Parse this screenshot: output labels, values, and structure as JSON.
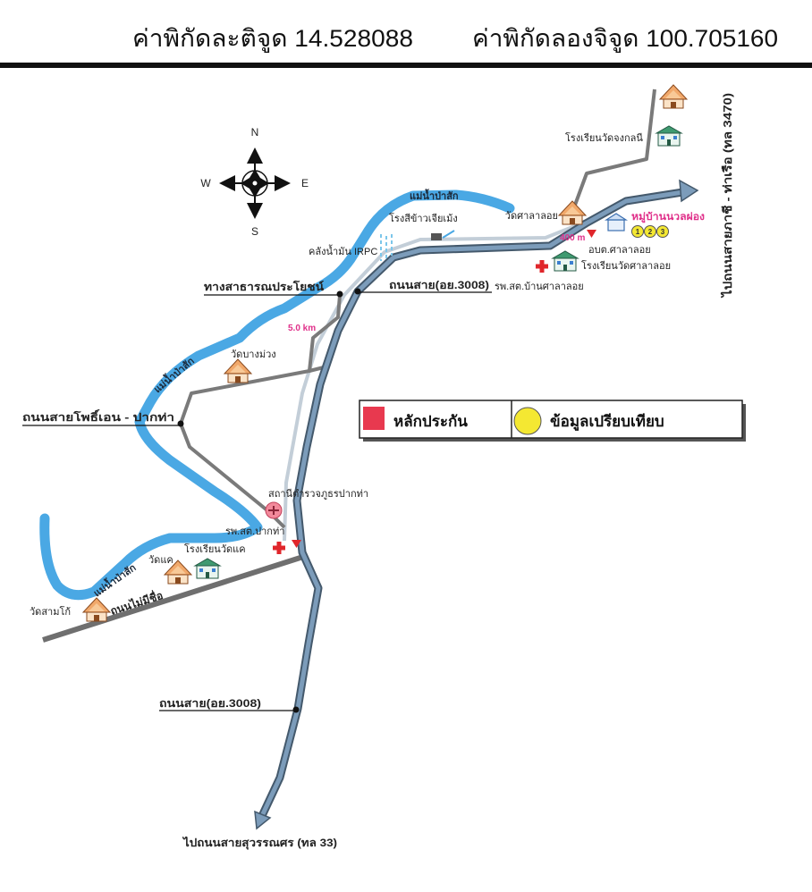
{
  "header": {
    "latitude_text": "ค่าพิกัดละติจูด 14.528088",
    "longitude_text": "ค่าพิกัดลองจิจูด 100.705160"
  },
  "compass": {
    "north": "N",
    "south": "S",
    "east": "E",
    "west": "W"
  },
  "legend": {
    "collateral_label": "หลักประกัน",
    "collateral_color": "#e8394f",
    "comparable_label": "ข้อมูลเปรียบเทียบ",
    "comparable_color": "#f4e832"
  },
  "river": {
    "color": "#4aa8e4",
    "labels": [
      "แม่น้ำป่าสัก",
      "แม่น้ำป่าสัก",
      "แม่น้ำป่าสัก"
    ]
  },
  "roads": {
    "public_way": "ทางสาธารณประโยชน์",
    "route_3008_upper": "ถนนสาย(อย.3008)",
    "pho_en_paktha": "ถนนสายโพธิ์เอน - ปากท่า",
    "unnamed": "ถนนไม่มีชื่อ",
    "route_3008_lower": "ถนนสาย(อย.3008)",
    "to_suwannasorn": "ไปถนนสายสุวรรณศร (ทล 33)",
    "to_phachi_tharuea": "ไปถนนสายภาชี - ท่าเรือ (ทล 3470)"
  },
  "landmarks": {
    "school_wat_chongkonnee": "โรงเรียนวัดจงกลนี",
    "rice_mill": "โรงสีข้าวเจียเม้ง",
    "wat_sala_loi": "วัดศาลาลอย",
    "village": "หมู่บ้านนวลผ่อง",
    "oil_depot": "คลังน้ำมัน IRPC",
    "sao_sala_loi": "อบต.ศาลาลอย",
    "school_wat_sala_loi": "โรงเรียนวัดศาลาลอย",
    "hospital_sala_loi": "รพ.สต.บ้านศาลาลอย",
    "wat_bang_muang": "วัดบางม่วง",
    "police_paktha": "สถานีตำรวจภูธรปากท่า",
    "hospital_paktha": "รพ.สต.ปากท่า",
    "school_wat_khae": "โรงเรียนวัดแค",
    "wat_khae": "วัดแค",
    "wat_sam_ko": "วัดสามโก้"
  },
  "markers": {
    "distance_km": "5.0 km",
    "distance_m": "400 m",
    "comparables": [
      "1",
      "2",
      "3"
    ]
  }
}
